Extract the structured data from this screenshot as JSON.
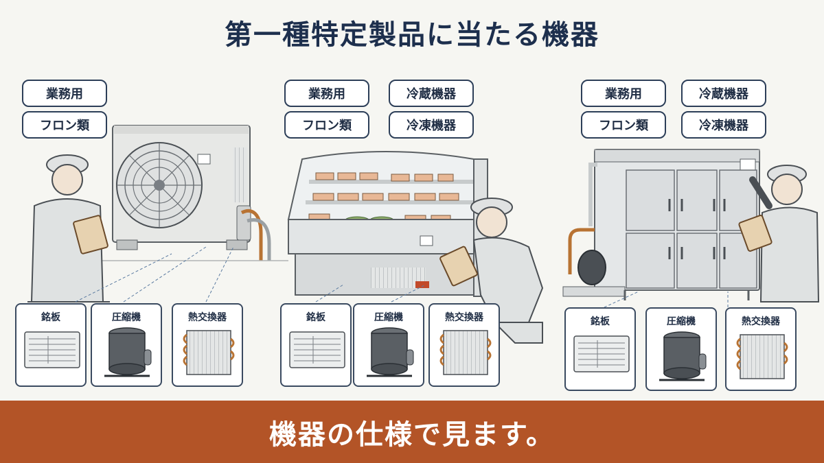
{
  "title": "第一種特定製品に当たる機器",
  "groups": [
    {
      "tags": [
        "業務用",
        "フロン類"
      ],
      "parts": [
        "銘板",
        "圧縮機",
        "熱交換器"
      ]
    },
    {
      "tags": [
        "業務用",
        "フロン類",
        "冷蔵機器",
        "冷凍機器"
      ],
      "parts": [
        "銘板",
        "圧縮機",
        "熱交換器"
      ]
    },
    {
      "tags": [
        "業務用",
        "フロン類",
        "冷蔵機器",
        "冷凍機器"
      ],
      "parts": [
        "銘板",
        "圧縮機",
        "熱交換器"
      ]
    }
  ],
  "banner": "機器の仕様で見ます。",
  "colors": {
    "title": "#1d2f4d",
    "banner": "#b35427",
    "border": "#2c3e58",
    "copper": "#b87333"
  }
}
